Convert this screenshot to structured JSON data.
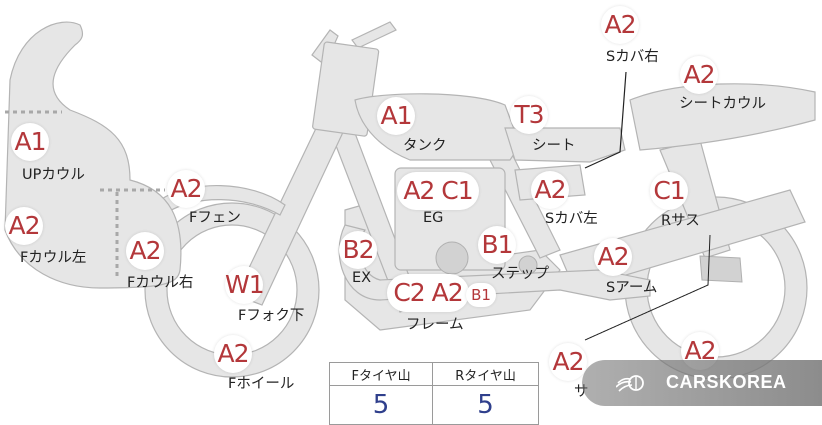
{
  "markers": [
    {
      "id": "s-cover-right",
      "grade": "A2",
      "label": "Sカバ右"
    },
    {
      "id": "seat-cowl",
      "grade": "A2",
      "label": "シートカウル"
    },
    {
      "id": "tank",
      "grade": "A1",
      "label": "タンク"
    },
    {
      "id": "seat",
      "grade": "T3",
      "label": "シート"
    },
    {
      "id": "up-cowl",
      "grade": "A1",
      "label": "UPカウル"
    },
    {
      "id": "f-fender",
      "grade": "A2",
      "label": "Fフェン"
    },
    {
      "id": "eg",
      "grade": "A2 C1",
      "label": "EG"
    },
    {
      "id": "s-cover-left",
      "grade": "A2",
      "label": "Sカバ左"
    },
    {
      "id": "r-sus",
      "grade": "C1",
      "label": "Rサス"
    },
    {
      "id": "f-cowl-left",
      "grade": "A2",
      "label": "Fカウル左"
    },
    {
      "id": "f-cowl-right",
      "grade": "A2",
      "label": "Fカウル右"
    },
    {
      "id": "ex",
      "grade": "B2",
      "label": "EX"
    },
    {
      "id": "step",
      "grade": "B1",
      "label": "ステップ"
    },
    {
      "id": "s-arm",
      "grade": "A2",
      "label": "Sアーム"
    },
    {
      "id": "f-fork-lower",
      "grade": "W1",
      "label": "Fフォク下"
    },
    {
      "id": "frame",
      "grade": "C2 A2",
      "grade_small": "B1",
      "label": "フレーム"
    },
    {
      "id": "f-wheel",
      "grade": "A2",
      "label": "Fホイール"
    },
    {
      "id": "muffler",
      "grade": "A2",
      "label": "サ"
    },
    {
      "id": "r-wheel",
      "grade": "A2",
      "label": ""
    }
  ],
  "tire_table": {
    "headers": [
      "Fタイヤ山",
      "Rタイヤ山"
    ],
    "values": [
      "5",
      "5"
    ]
  },
  "brand": {
    "name": "CARSKOREA",
    "icon": "carskorea-flame-logo"
  },
  "colors": {
    "grade": "#b3373a",
    "tire_value": "#2f3f8c",
    "bike_fill": "#e6e6e6"
  }
}
